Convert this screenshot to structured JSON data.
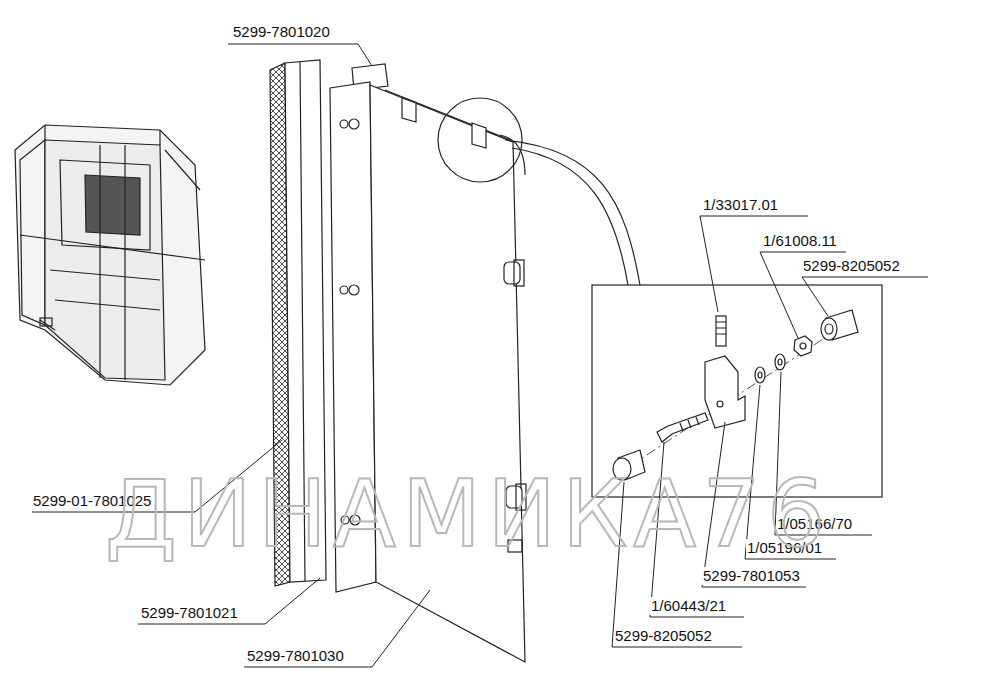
{
  "diagram": {
    "labels": [
      "5299-7801020",
      "1/33017.01",
      "1/61008.11",
      "5299-8205052",
      "5299-01-7801025",
      "1/05166/70",
      "1/05196/01",
      "5299-7801053",
      "5299-7801021",
      "1/60443/21",
      "5299-8205052",
      "5299-7801030",
      "ДИНАМИКА76"
    ]
  }
}
